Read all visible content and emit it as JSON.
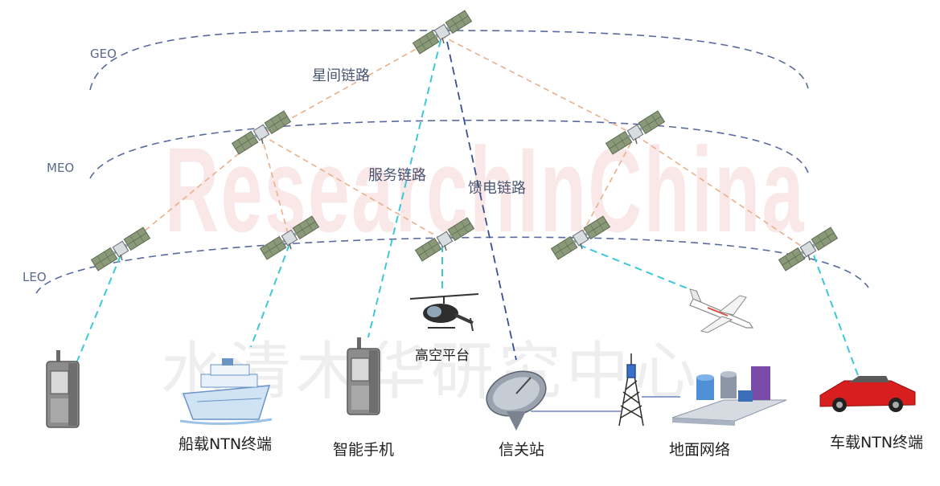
{
  "orbits": {
    "geo": "GEO",
    "meo": "MEO",
    "leo": "LEO"
  },
  "links": {
    "intersatellite": "星间链路",
    "service": "服务链路",
    "feeder": "馈电链路"
  },
  "nodes": {
    "haps": "高空平台",
    "ship_terminal": "船载NTN终端",
    "smartphone": "智能手机",
    "gateway": "信关站",
    "ground_network": "地面网络",
    "vehicle_terminal": "车载NTN终端"
  },
  "watermark": {
    "en": "ResearchInChina",
    "cn": "水清木华研究中心"
  },
  "colors": {
    "orbit": "#5a6aa0",
    "service_link": "#3cc8d8",
    "feeder_link": "#3a4f96",
    "intersatellite_link": "#e8b08c",
    "panel": "#8a9a78"
  },
  "icons": [
    "satellite-icon",
    "handset-icon",
    "cruise-ship-icon",
    "helicopter-icon",
    "airplane-icon",
    "dish-antenna-icon",
    "cell-tower-icon",
    "data-center-icon",
    "sports-car-icon"
  ]
}
